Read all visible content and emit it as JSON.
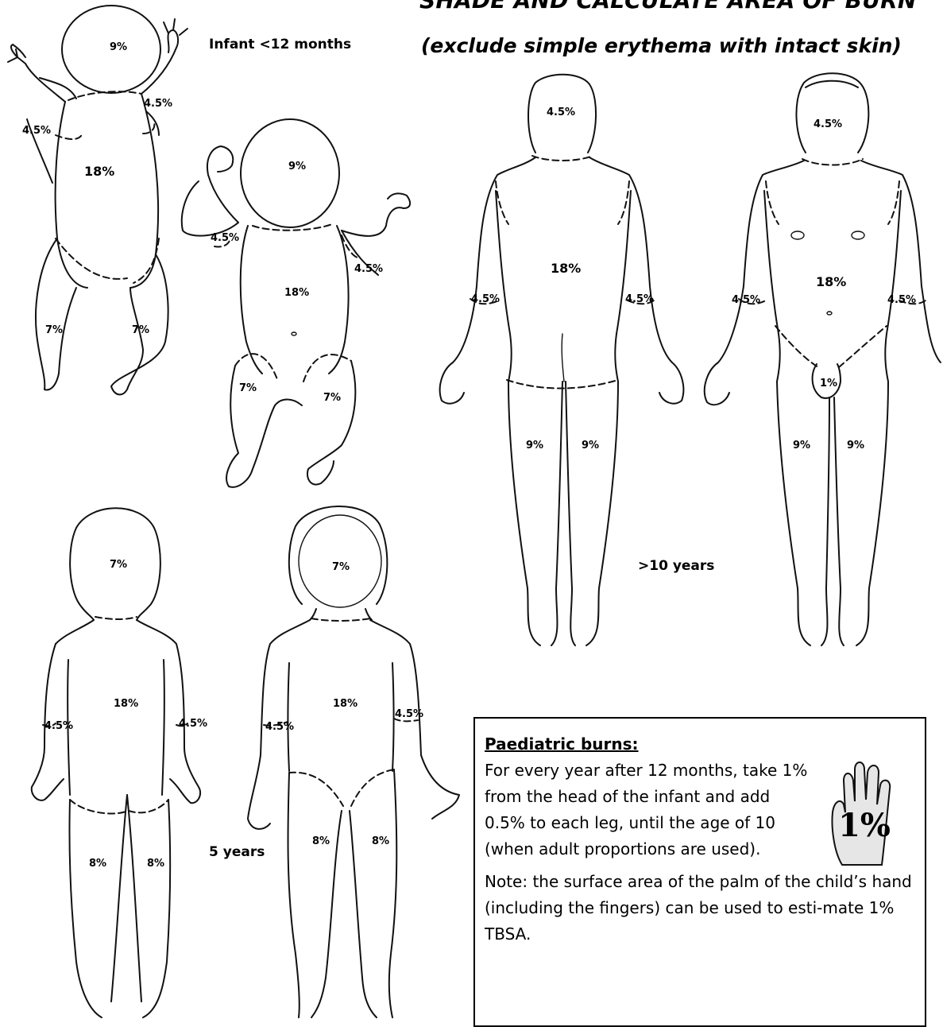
{
  "title": "SHADE AND CALCULATE AREA OF BURN",
  "subtitle": "(exclude simple erythema with intact skin)",
  "groups": {
    "infant": "Infant <12 months",
    "five_years": "5 years",
    "adult": ">10 years"
  },
  "infant_back": {
    "head": "9%",
    "arm_left": "4.5%",
    "arm_right": "4.5%",
    "trunk": "18%",
    "leg_left": "7%",
    "leg_right": "7%"
  },
  "infant_front": {
    "head": "9%",
    "arm_left": "4.5%",
    "arm_right": "4.5%",
    "trunk": "18%",
    "leg_left": "7%",
    "leg_right": "7%"
  },
  "child_back": {
    "head": "7%",
    "arm_left": "4.5%",
    "arm_right": "4.5%",
    "trunk": "18%",
    "leg_left": "8%",
    "leg_right": "8%"
  },
  "child_front": {
    "head": "7%",
    "arm_left": "4.5%",
    "arm_right": "4.5%",
    "trunk": "18%",
    "leg_left": "8%",
    "leg_right": "8%"
  },
  "adult_back": {
    "head": "4.5%",
    "arm_left": "4.5%",
    "arm_right": "4.5%",
    "trunk": "18%",
    "leg_left": "9%",
    "leg_right": "9%"
  },
  "adult_front": {
    "head": "4.5%",
    "arm_left": "4.5%",
    "arm_right": "4.5%",
    "trunk": "18%",
    "genital": "1%",
    "leg_left": "9%",
    "leg_right": "9%"
  },
  "note": {
    "heading": "Paediatric burns:",
    "paragraph": "For every year after 12 months, take 1% from the head of the infant and add 0.5% to each leg, until the age of 10 (when adult proportions are used).",
    "paragraph2": "Note: the surface area of the palm of the child’s hand (including the fingers) can be used to esti-mate 1% TBSA.",
    "palm_label": "1%"
  }
}
